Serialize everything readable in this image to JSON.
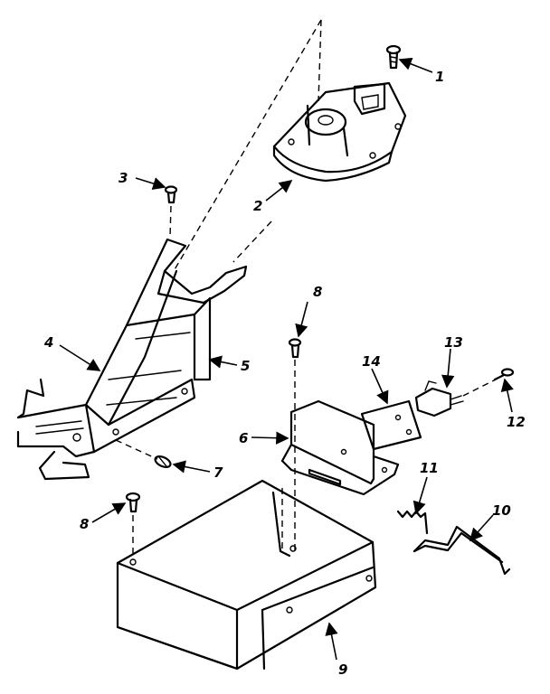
{
  "diagram": {
    "callouts": [
      {
        "id": "1",
        "label": "1"
      },
      {
        "id": "2",
        "label": "2"
      },
      {
        "id": "3",
        "label": "3"
      },
      {
        "id": "4",
        "label": "4"
      },
      {
        "id": "5",
        "label": "5"
      },
      {
        "id": "6",
        "label": "6"
      },
      {
        "id": "7",
        "label": "7"
      },
      {
        "id": "8a",
        "label": "8"
      },
      {
        "id": "8b",
        "label": "8"
      },
      {
        "id": "9",
        "label": "9"
      },
      {
        "id": "10",
        "label": "10"
      },
      {
        "id": "11",
        "label": "11"
      },
      {
        "id": "12",
        "label": "12"
      },
      {
        "id": "13",
        "label": "13"
      },
      {
        "id": "14",
        "label": "14"
      }
    ]
  }
}
